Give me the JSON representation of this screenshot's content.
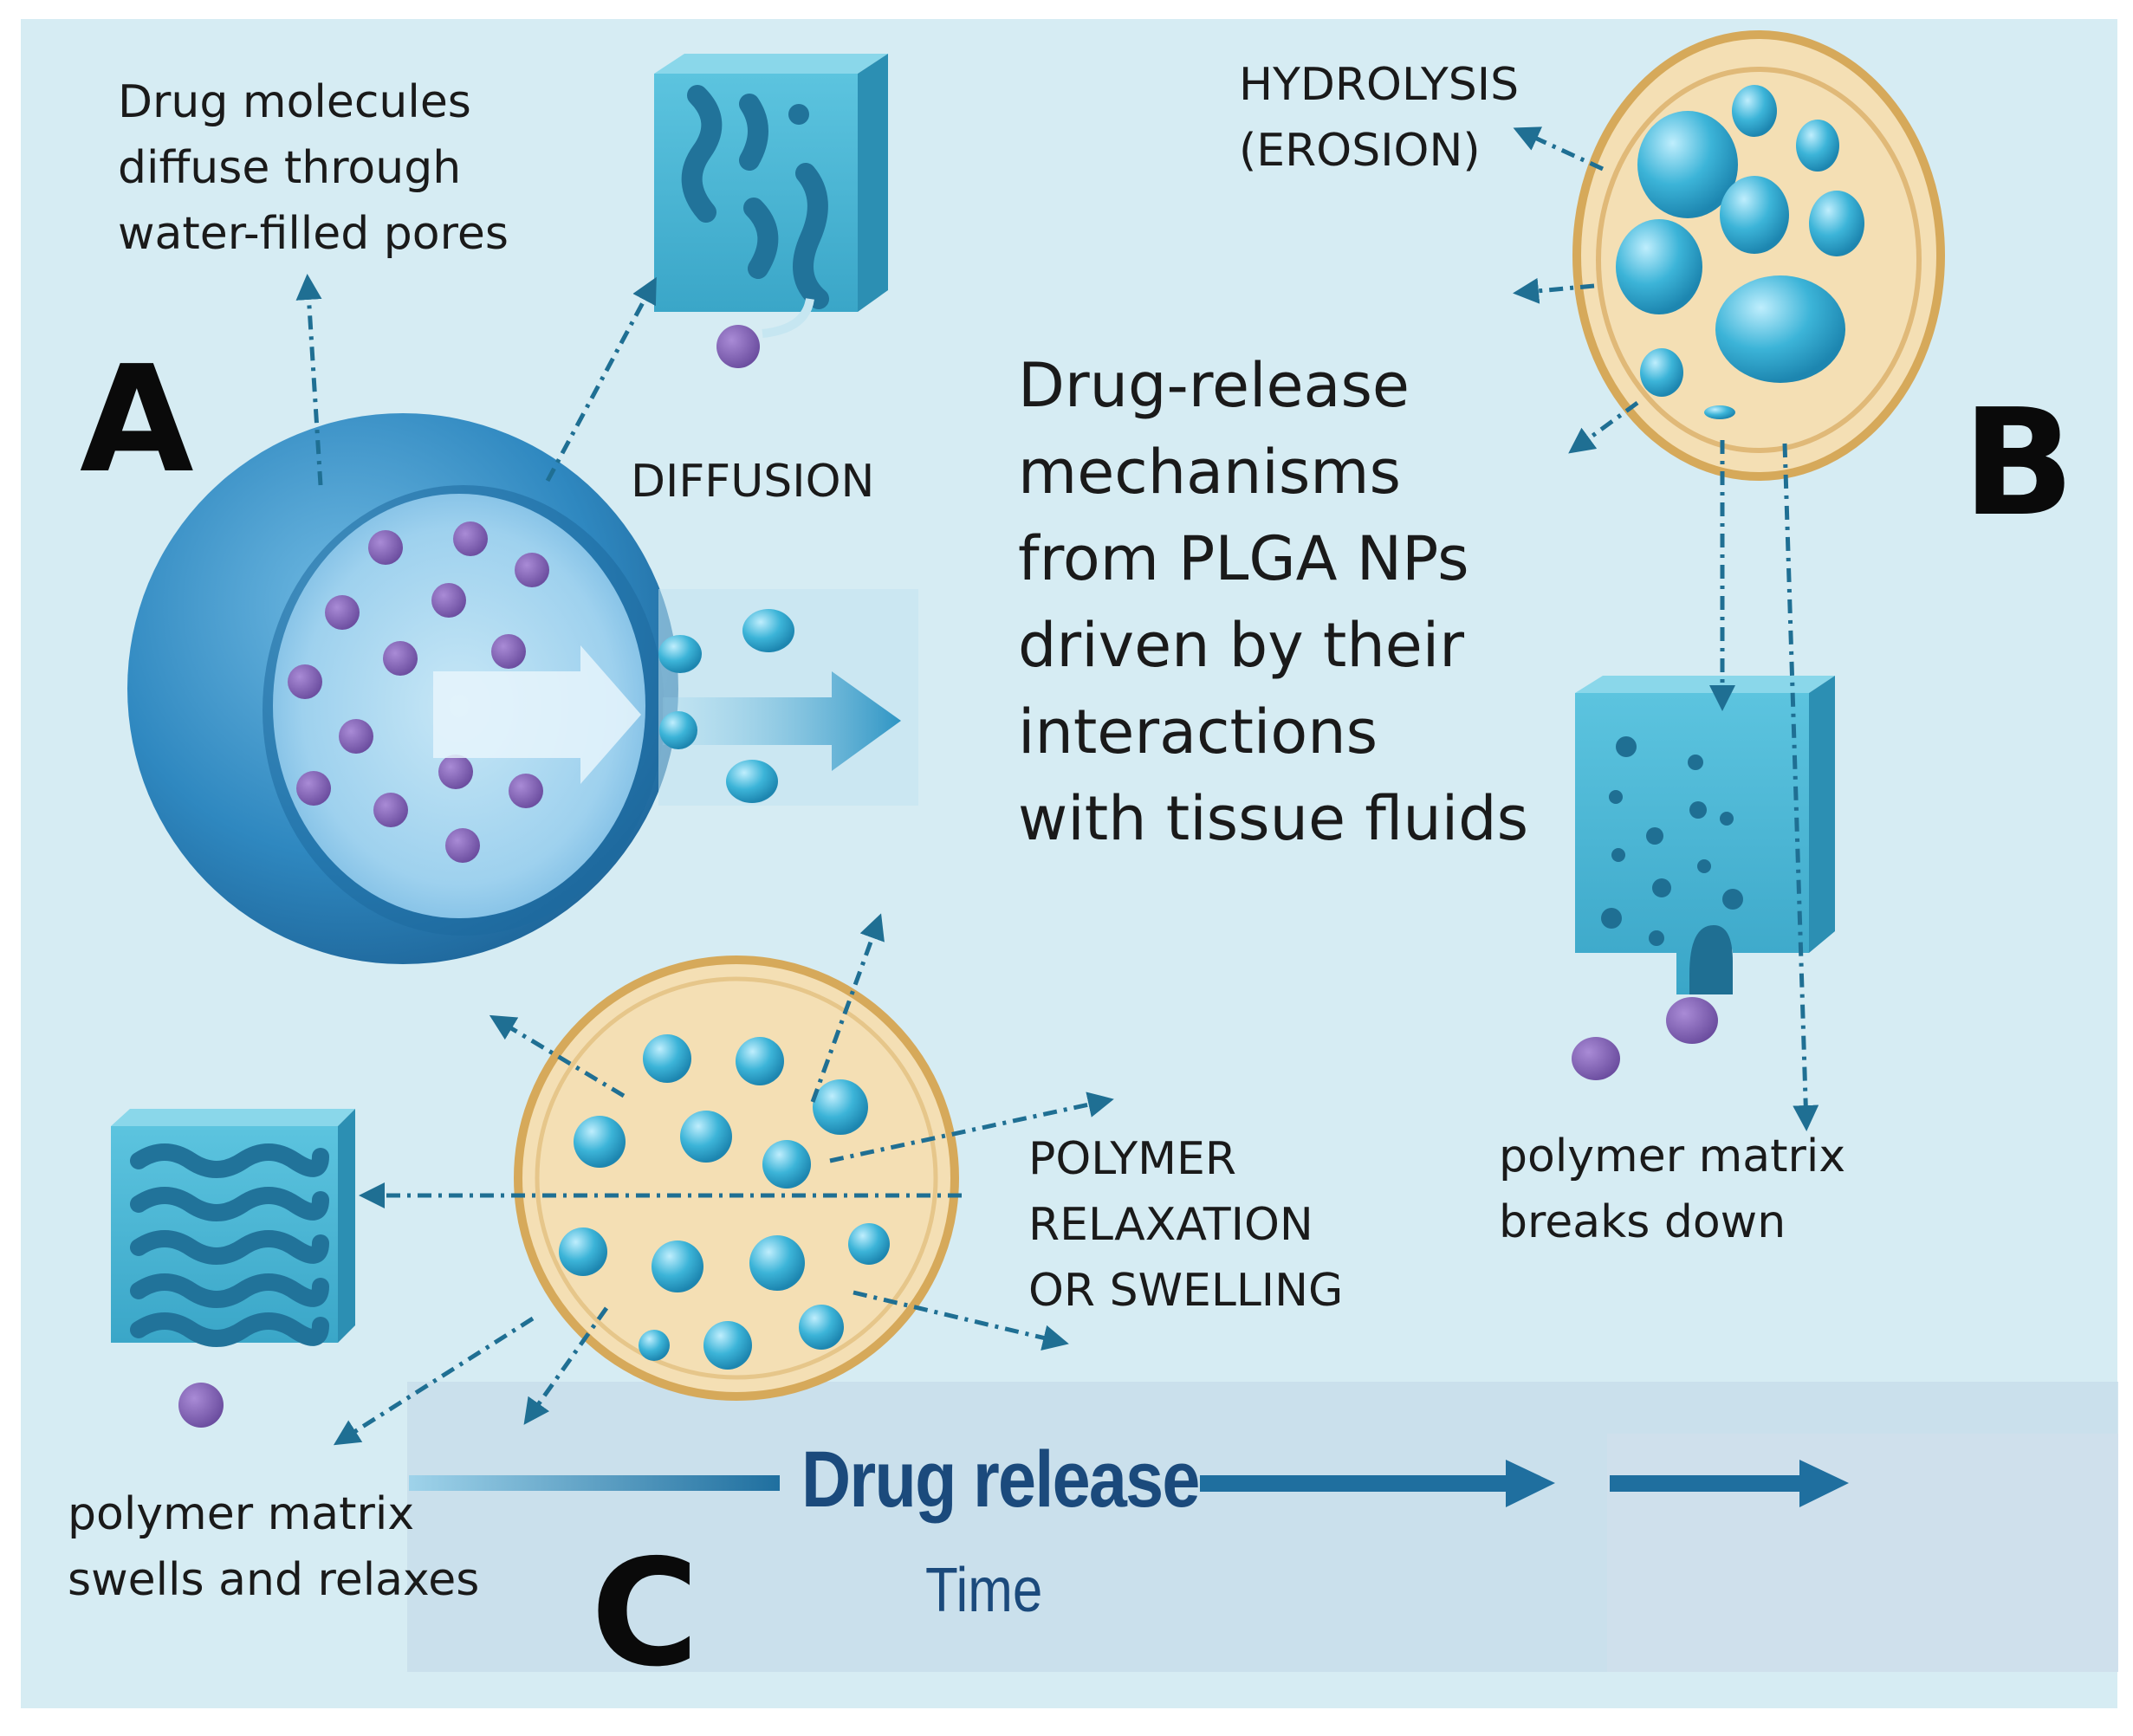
{
  "panel_labels": {
    "a": "A",
    "b": "B",
    "c": "C"
  },
  "title": "Drug-release\nmechanisms\nfrom PLGA NPs\ndriven by their\ninteractions\nwith tissue fluids",
  "diffusion": {
    "label": "DIFFUSION",
    "note": "Drug molecules\ndiffuse through\nwater-filled pores"
  },
  "hydrolysis": {
    "label": "HYDROLYSIS\n(EROSION)",
    "note": "polymer matrix\nbreaks down"
  },
  "relaxation": {
    "label": "POLYMER\nRELAXATION\nOR SWELLING",
    "note": "polymer matrix\nswells and relaxes"
  },
  "timeline": {
    "title": "Drug release",
    "subtitle": "Time"
  },
  "colors": {
    "background": "#d6ecf3",
    "arrow": "#1f6f93",
    "sphere_blue": "#2f88c0",
    "drug_molecule": "#7b5cae",
    "pore_cyan": "#3cb4d8",
    "polymer_tan": "#f4dfb4",
    "polymer_rim": "#d6a95a",
    "cube": "#47b8d6"
  }
}
